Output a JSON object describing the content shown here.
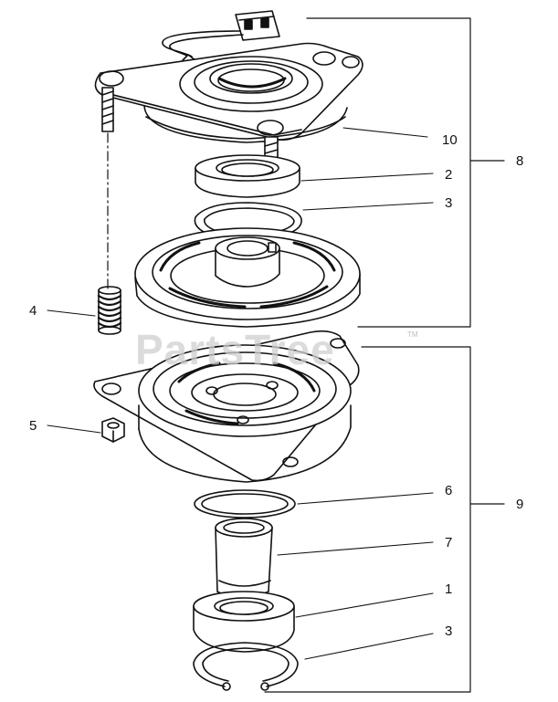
{
  "diagram": {
    "watermark": "PartsTree",
    "trademark": "TM",
    "callouts": [
      {
        "key": "c10",
        "label": "10"
      },
      {
        "key": "c2",
        "label": "2"
      },
      {
        "key": "c3a",
        "label": "3"
      },
      {
        "key": "c4",
        "label": "4"
      },
      {
        "key": "c5",
        "label": "5"
      },
      {
        "key": "c6",
        "label": "6"
      },
      {
        "key": "c7",
        "label": "7"
      },
      {
        "key": "c1",
        "label": "1"
      },
      {
        "key": "c3b",
        "label": "3"
      },
      {
        "key": "c8",
        "label": "8"
      },
      {
        "key": "c9",
        "label": "9"
      }
    ],
    "colors": {
      "line": "#111111",
      "watermark": "#cfcfcf",
      "background": "#ffffff"
    }
  }
}
